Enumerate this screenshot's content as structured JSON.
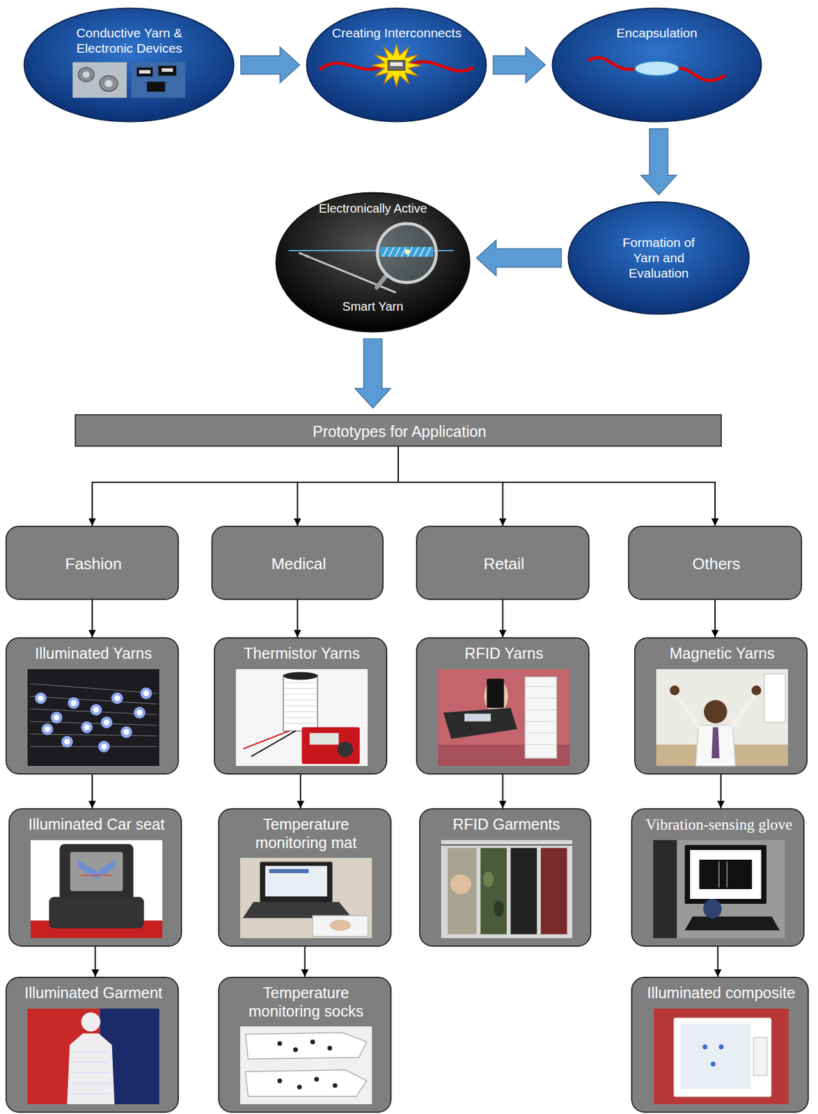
{
  "diagram": {
    "nodes": [
      {
        "text": [
          "Conductive Yarn & Electronic Devices"
        ]
      },
      {
        "text": [
          "Creating Interconnects"
        ]
      },
      {
        "text": [
          "Encapsulation"
        ]
      },
      {
        "text": [
          "Formation of Yarn and Evaluation"
        ]
      },
      {
        "text": [
          "Electronically Active",
          "Smart Yarn"
        ]
      },
      {
        "text": [
          "Prototypes for Application"
        ]
      },
      {
        "text": [
          "Fashion"
        ]
      },
      {
        "text": [
          "Medical"
        ]
      },
      {
        "text": [
          "Retail"
        ]
      },
      {
        "text": [
          "Others"
        ]
      },
      {
        "text": [
          "Illuminated Yarns"
        ]
      },
      {
        "text": [
          "Thermistor Yarns"
        ]
      },
      {
        "text": [
          "RFID Yarns"
        ]
      },
      {
        "text": [
          "Magnetic Yarns"
        ]
      },
      {
        "text": [
          "Illuminated Car seat"
        ]
      },
      {
        "text": [
          "Temperature monitoring mat"
        ]
      },
      {
        "text": [
          "RFID Garments"
        ]
      },
      {
        "text": [
          "Vibration-sensing glove"
        ]
      },
      {
        "text": [
          "Illuminated Garment"
        ]
      },
      {
        "text": [
          "Temperature monitoring socks"
        ]
      },
      {
        "text": [
          "Illuminated composite"
        ]
      }
    ],
    "edges": [
      {
        "from": 0,
        "to": 1,
        "arrow": "to"
      },
      {
        "from": 1,
        "to": 2,
        "arrow": "to"
      },
      {
        "from": 2,
        "to": 3,
        "arrow": "to"
      },
      {
        "from": 3,
        "to": 4,
        "arrow": "to"
      },
      {
        "from": 4,
        "to": 5,
        "arrow": "to"
      },
      {
        "from": 5,
        "to": 6,
        "arrow": "to"
      },
      {
        "from": 5,
        "to": 7,
        "arrow": "to"
      },
      {
        "from": 5,
        "to": 8,
        "arrow": "to"
      },
      {
        "from": 5,
        "to": 9,
        "arrow": "to"
      },
      {
        "from": 6,
        "to": 10,
        "arrow": "to"
      },
      {
        "from": 7,
        "to": 11,
        "arrow": "to"
      },
      {
        "from": 8,
        "to": 12,
        "arrow": "to"
      },
      {
        "from": 9,
        "to": 13,
        "arrow": "to"
      },
      {
        "from": 10,
        "to": 14,
        "arrow": "to"
      },
      {
        "from": 11,
        "to": 15,
        "arrow": "to"
      },
      {
        "from": 12,
        "to": 16,
        "arrow": "to"
      },
      {
        "from": 13,
        "to": 17,
        "arrow": "to"
      },
      {
        "from": 14,
        "to": 18,
        "arrow": "to"
      },
      {
        "from": 15,
        "to": 19,
        "arrow": "to"
      },
      {
        "from": 17,
        "to": 20,
        "arrow": "to"
      }
    ]
  }
}
